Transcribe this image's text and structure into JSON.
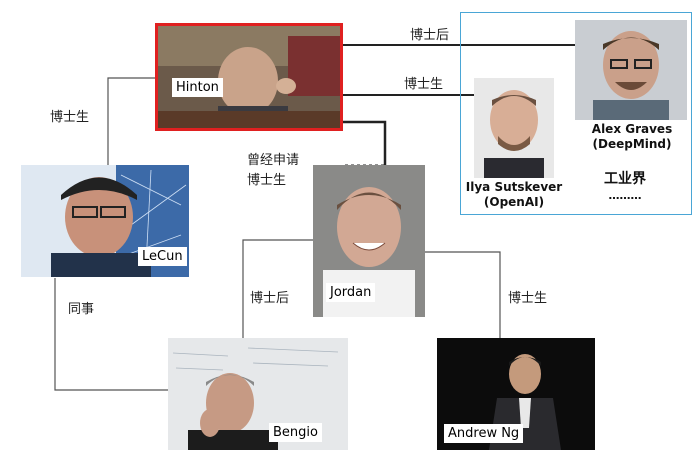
{
  "people": {
    "hinton": "Hinton",
    "lecun": "LeCun",
    "jordan": "Jordan",
    "bengio": "Bengio",
    "andrew_ng": "Andrew Ng",
    "alex_graves_name": "Alex Graves",
    "alex_graves_org": "(DeepMind)",
    "ilya_name": "Ilya Sutskever",
    "ilya_org": "(OpenAI)"
  },
  "relations": {
    "postdoc_top": "博士后",
    "phd_top": "博士生",
    "phd_left": "博士生",
    "applied_line1": "曾经申请",
    "applied_line2": "博士生",
    "colleague": "同事",
    "postdoc_bottom": "博士后",
    "phd_right": "博士生"
  },
  "industry": {
    "label": "工业界",
    "more": "………"
  },
  "colors": {
    "highlight_border": "#e02020",
    "industry_border": "#4aa6d6",
    "connector": "#222222"
  }
}
